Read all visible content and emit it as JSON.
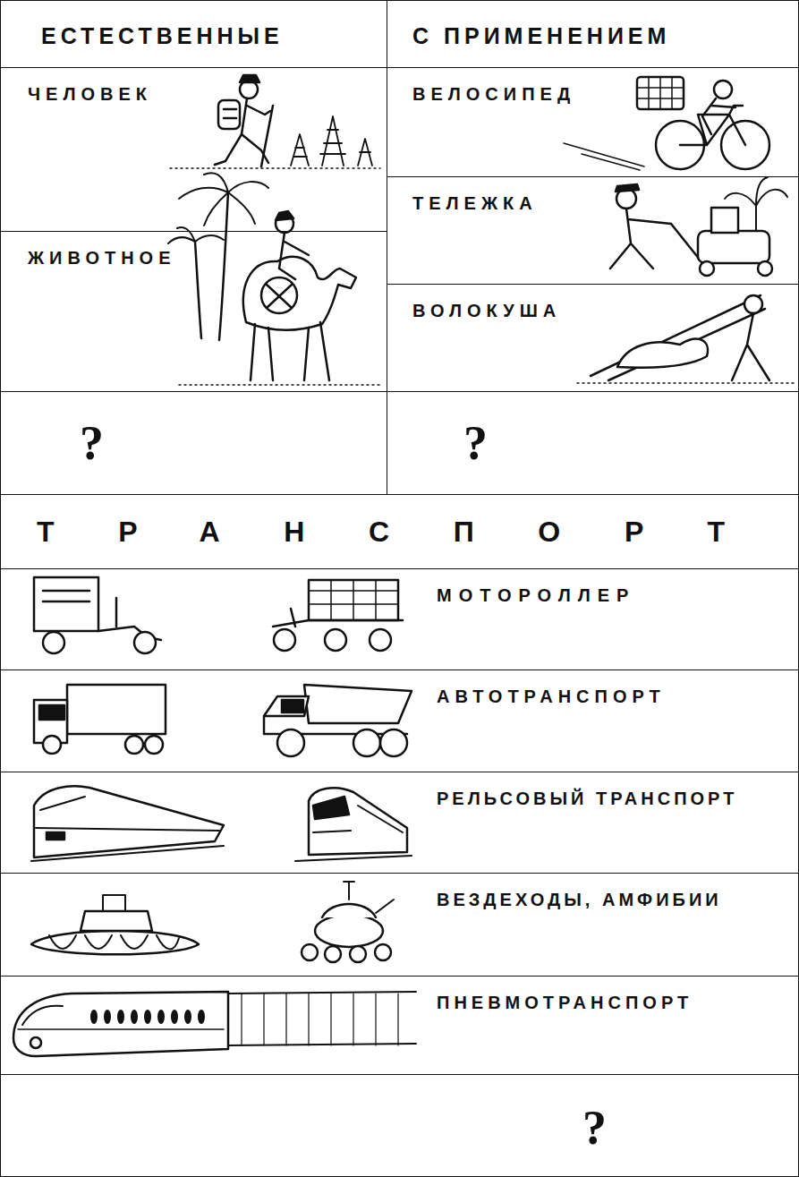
{
  "diagram": {
    "nodes": [
      {
        "text": [
          "ЕСТЕСТВЕННЫЕ"
        ]
      },
      {
        "text": [
          "С ПРИМЕНЕНИЕМ"
        ]
      },
      {
        "text": [
          "ЧЕЛОВЕК"
        ]
      },
      {
        "text": [
          "ЖИВОТНОЕ"
        ]
      },
      {
        "text": [
          "?"
        ]
      },
      {
        "text": [
          "ВЕЛОСИПЕД"
        ]
      },
      {
        "text": [
          "ТЕЛЕЖКА"
        ]
      },
      {
        "text": [
          "ВОЛОКУША"
        ]
      },
      {
        "text": [
          "?"
        ]
      },
      {
        "text": [
          "ТРАНСПОРТ"
        ]
      },
      {
        "text": [
          "МОТОРОЛЛЕР"
        ]
      },
      {
        "text": [
          "АВТОТРАНСПОРТ"
        ]
      },
      {
        "text": [
          "РЕЛЬСОВЫЙ ТРАНСПОРТ"
        ]
      },
      {
        "text": [
          "ВЕЗДЕХОДЫ, АМФИБИИ"
        ]
      },
      {
        "text": [
          "ПНЕВМОТРАНСПОРТ"
        ]
      },
      {
        "text": [
          "?"
        ]
      }
    ]
  }
}
